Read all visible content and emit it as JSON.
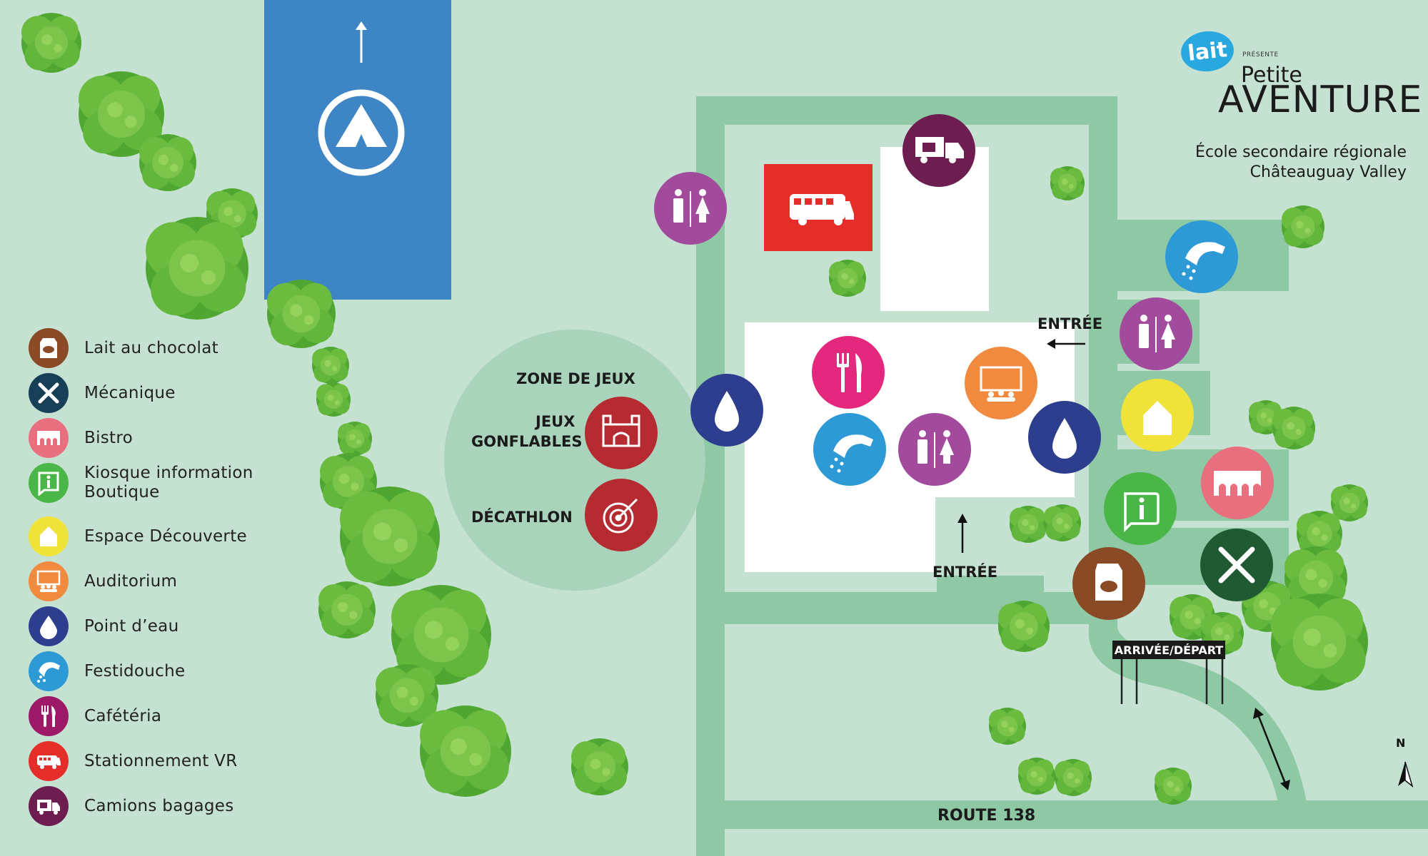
{
  "brand": {
    "logo": "lait",
    "presente": "PRÉSENTE",
    "line1": "Petite",
    "line2": "AVENTURE",
    "school_line1": "École secondaire régionale",
    "school_line2": "Châteauguay Valley"
  },
  "legend": [
    {
      "label": "Lait au chocolat",
      "color": "#8b4a26",
      "icon": "milk-carton-icon"
    },
    {
      "label": "Mécanique",
      "color": "#173f57",
      "icon": "wrench-screwdriver-icon"
    },
    {
      "label": "Bistro",
      "color": "#e8707e",
      "icon": "bistro-awning-icon"
    },
    {
      "label": "Kiosque information\nBoutique",
      "color": "#49b647",
      "icon": "info-icon"
    },
    {
      "label": "Espace Découverte",
      "color": "#efe33a",
      "icon": "house-icon"
    },
    {
      "label": "Auditorium",
      "color": "#f08a3e",
      "icon": "auditorium-icon"
    },
    {
      "label": "Point d’eau",
      "color": "#2e3e8f",
      "icon": "water-drop-icon"
    },
    {
      "label": "Festidouche",
      "color": "#2d9ad5",
      "icon": "shower-icon"
    },
    {
      "label": "Cafétéria",
      "color": "#9c1a68",
      "icon": "cutlery-icon"
    },
    {
      "label": "Stationnement VR",
      "color": "#e52e2a",
      "icon": "rv-icon"
    },
    {
      "label": "Camions bagages",
      "color": "#6d1d4f",
      "icon": "truck-icon"
    }
  ],
  "labels": {
    "zone_jeux": "ZONE DE JEUX",
    "jeux_line1": "JEUX",
    "jeux_line2": "GONFLABLES",
    "decathlon": "DÉCATHLON",
    "entree": "ENTRÉE",
    "route": "ROUTE 138",
    "arrivee_depart": "ARRIVÉE/DÉPART",
    "north": "N"
  },
  "colors": {
    "grass": "#c5e1d1",
    "path": "#8ec8a4",
    "camping": "#3e85c6",
    "building": "#ffffff",
    "tree": "#5fb33a",
    "tree_dark": "#3f9a2b",
    "zone": "#a9d3ba"
  }
}
